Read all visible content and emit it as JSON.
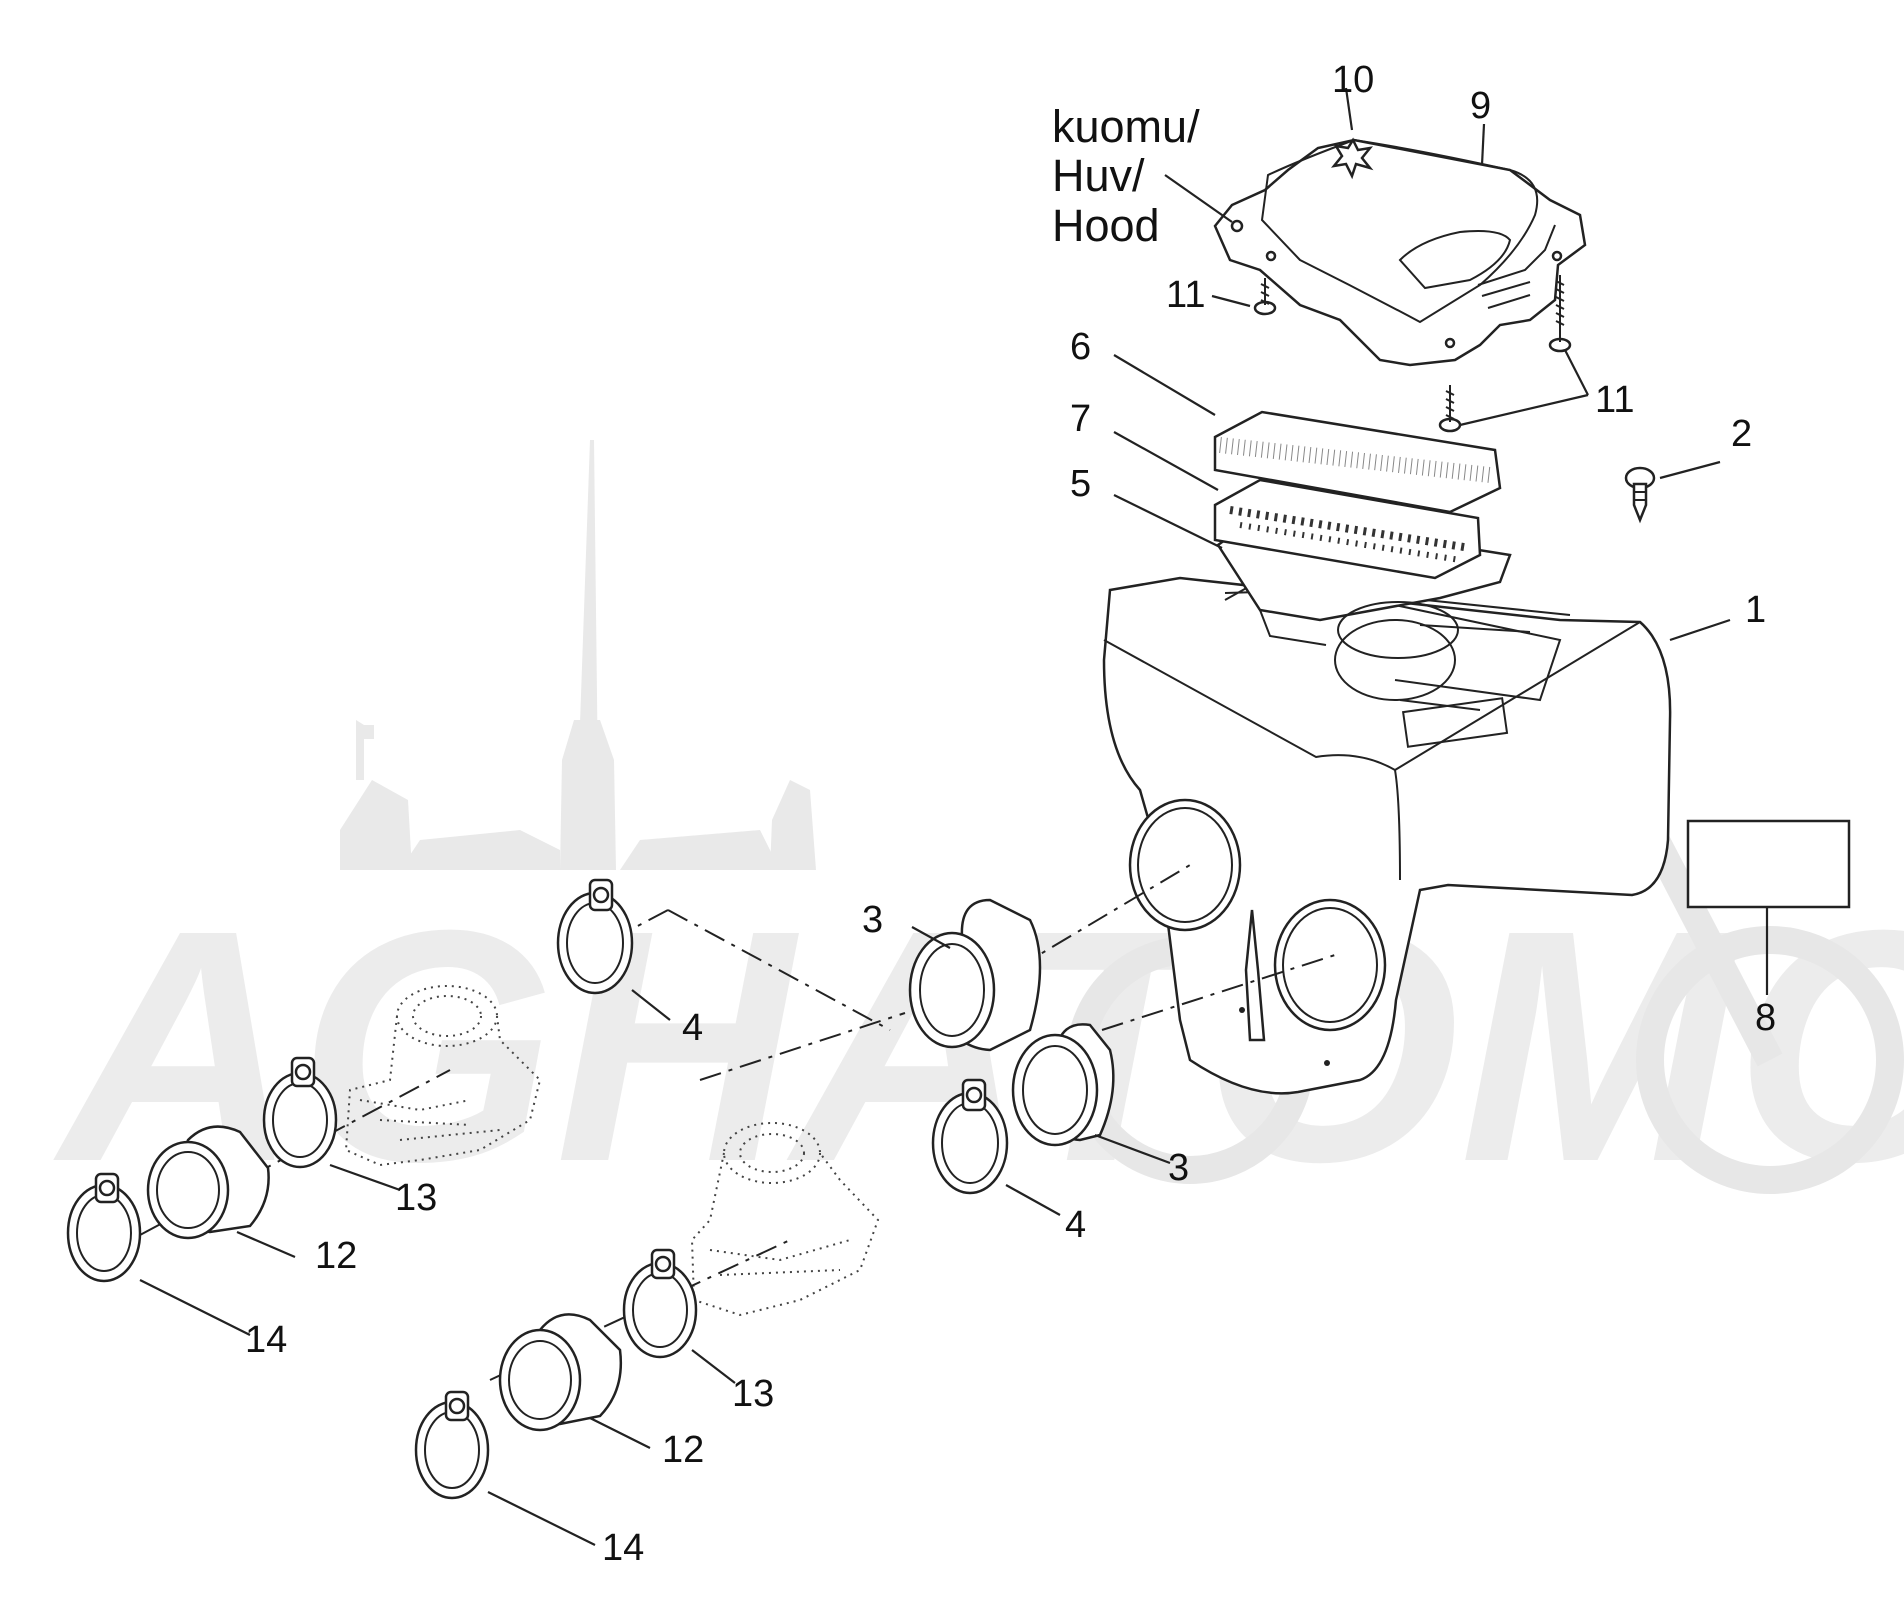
{
  "hood_label": {
    "line1": "kuomu/",
    "line2": "Huv/",
    "line3": "Hood"
  },
  "callouts": {
    "c1": "1",
    "c2": "2",
    "c3a": "3",
    "c3b": "3",
    "c4a": "4",
    "c4b": "4",
    "c5": "5",
    "c6": "6",
    "c7": "7",
    "c8": "8",
    "c9": "9",
    "c10": "10",
    "c11a": "11",
    "c11b": "11",
    "c12a": "12",
    "c12b": "12",
    "c13a": "13",
    "c13b": "13",
    "c14a": "14",
    "c14b": "14"
  },
  "watermark": {
    "text": "AGHATOMO"
  }
}
